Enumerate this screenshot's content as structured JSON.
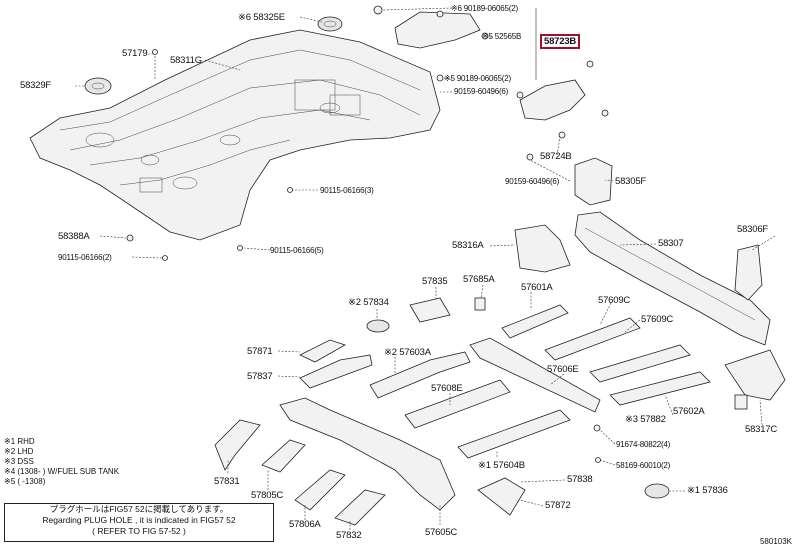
{
  "labels": {
    "p58325E": "※6 58325E",
    "p57179": "57179",
    "p58311G": "58311G",
    "p58329F": "58329F",
    "p90189a": "※6 90189-06065(2)",
    "p52565B": "※5 52565B",
    "p58723B": "58723B",
    "p90189b": "※5 90189-06065(2)",
    "p90159a": "90159-60496(6)",
    "p58724B": "58724B",
    "p90159b": "90159-60496(6)",
    "p58305F": "58305F",
    "p90115a": "90115-06166(3)",
    "p58388A": "58388A",
    "p90115b": "90115-06166(5)",
    "p90115c": "90115-06166(2)",
    "p58316A": "58316A",
    "p58307": "58307",
    "p58306F": "58306F",
    "p57835": "57835",
    "p57685A": "57685A",
    "p57834": "※2 57834",
    "p57601A": "57601A",
    "p57609C1": "57609C",
    "p57871": "57871",
    "p57603A": "※2 57603A",
    "p57609C2": "57609C",
    "p57837": "57837",
    "p57608E": "57608E",
    "p57606E": "57606E",
    "p57882": "※3 57882",
    "p57602A": "57602A",
    "p58317C": "58317C",
    "p91674": "91674-80822(4)",
    "p58169": "58169-60010(2)",
    "p57831": "57831",
    "p57604B": "※1 57604B",
    "p57838": "57838",
    "p57805C": "57805C",
    "p57836": "※1 57836",
    "p57806A": "57806A",
    "p57872": "57872",
    "p57832": "57832",
    "p57605C": "57605C"
  },
  "notes": [
    "※1 RHD",
    "※2 LHD",
    "※3 DSS",
    "※4 (1308-    )  W/FUEL SUB TANK",
    "※5 (  -1308)"
  ],
  "note_box": {
    "line1": "プラグホールはFIG57  52に掲載してあります。",
    "line2": "Regarding PLUG HOLE , it is indicated in FIG57  52",
    "line3": "(  REFER TO FIG 57-52  )"
  },
  "diagram_id": "580103K",
  "highlight_color": "#a0102a"
}
